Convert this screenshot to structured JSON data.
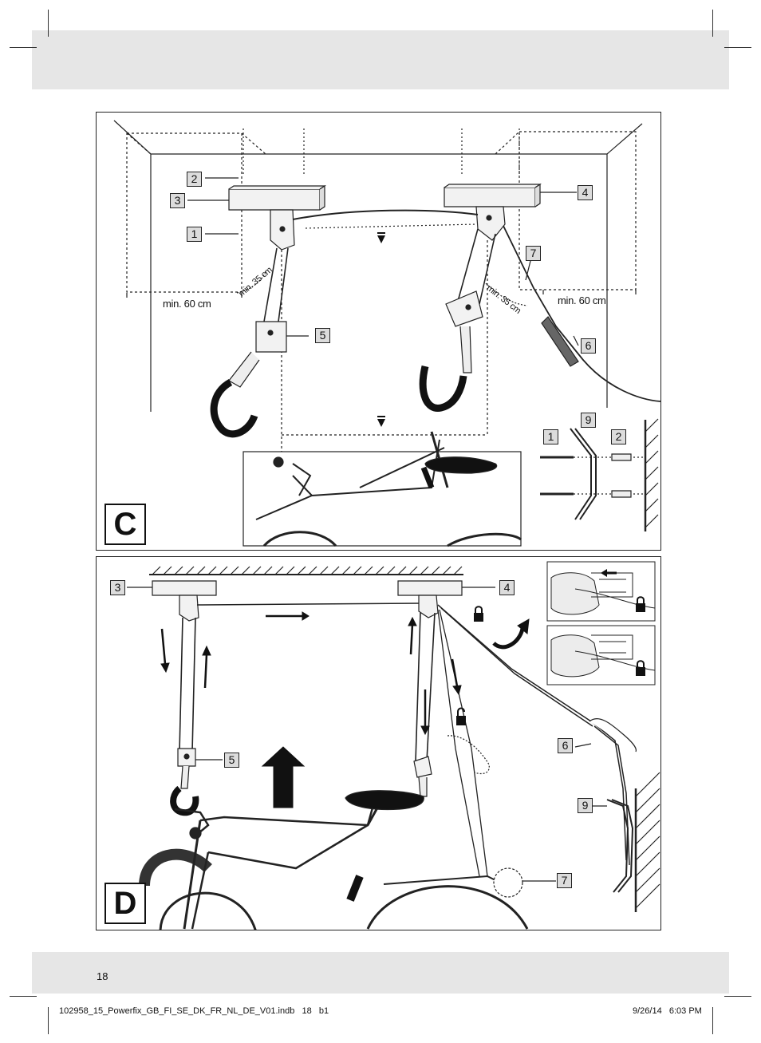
{
  "panel_c": {
    "letter": "C",
    "callouts": {
      "mount_plate": "3",
      "screw": "2",
      "dowel": "1",
      "bracket": "4",
      "pulley": "5",
      "cleat": "7",
      "rope_grip": "6",
      "wall_cleat": "9",
      "detail_dowel": "1",
      "detail_screw": "2"
    },
    "dim_left_60": "min. 60 cm",
    "dim_left_35": "min. 35 cm",
    "dim_right_35": "min. 35 cm",
    "dim_right_60": "min. 60 cm"
  },
  "panel_d": {
    "letter": "D",
    "callouts": {
      "mount_left": "3",
      "mount_right": "4",
      "pulley": "5",
      "rope_grip": "6",
      "wall_cleat": "9",
      "cleat": "7"
    }
  },
  "footer": {
    "page_number": "18",
    "file": "102958_15_Powerfix_GB_FI_SE_DK_FR_NL_DE_V01.indb   18   b1",
    "date": "9/26/14   6:03 PM"
  }
}
